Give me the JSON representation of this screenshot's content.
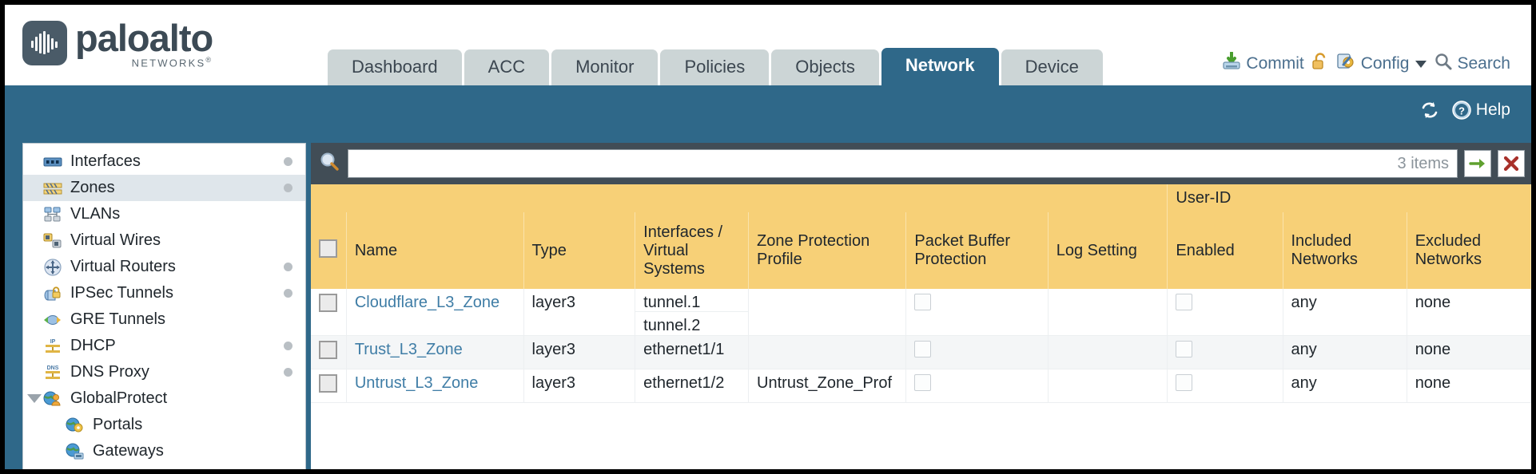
{
  "brand": {
    "name": "paloalto",
    "tagline": "NETWORKS",
    "registered": "®"
  },
  "tabs": [
    {
      "label": "Dashboard",
      "active": false
    },
    {
      "label": "ACC",
      "active": false
    },
    {
      "label": "Monitor",
      "active": false
    },
    {
      "label": "Policies",
      "active": false
    },
    {
      "label": "Objects",
      "active": false
    },
    {
      "label": "Network",
      "active": true
    },
    {
      "label": "Device",
      "active": false
    }
  ],
  "header_actions": {
    "commit": "Commit",
    "config": "Config",
    "search": "Search"
  },
  "blue_actions": {
    "help": "Help"
  },
  "sidebar": {
    "items": [
      {
        "label": "Interfaces",
        "icon": "interfaces-icon",
        "dot": true,
        "selected": false,
        "child": false,
        "expander": false
      },
      {
        "label": "Zones",
        "icon": "zones-icon",
        "dot": true,
        "selected": true,
        "child": false,
        "expander": false
      },
      {
        "label": "VLANs",
        "icon": "vlans-icon",
        "dot": false,
        "selected": false,
        "child": false,
        "expander": false
      },
      {
        "label": "Virtual Wires",
        "icon": "virtual-wires-icon",
        "dot": false,
        "selected": false,
        "child": false,
        "expander": false
      },
      {
        "label": "Virtual Routers",
        "icon": "virtual-routers-icon",
        "dot": true,
        "selected": false,
        "child": false,
        "expander": false
      },
      {
        "label": "IPSec Tunnels",
        "icon": "ipsec-tunnels-icon",
        "dot": true,
        "selected": false,
        "child": false,
        "expander": false
      },
      {
        "label": "GRE Tunnels",
        "icon": "gre-tunnels-icon",
        "dot": false,
        "selected": false,
        "child": false,
        "expander": false
      },
      {
        "label": "DHCP",
        "icon": "dhcp-icon",
        "dot": true,
        "selected": false,
        "child": false,
        "expander": false
      },
      {
        "label": "DNS Proxy",
        "icon": "dns-proxy-icon",
        "dot": true,
        "selected": false,
        "child": false,
        "expander": false
      },
      {
        "label": "GlobalProtect",
        "icon": "globalprotect-icon",
        "dot": false,
        "selected": false,
        "child": false,
        "expander": true
      },
      {
        "label": "Portals",
        "icon": "portals-icon",
        "dot": false,
        "selected": false,
        "child": true,
        "expander": false
      },
      {
        "label": "Gateways",
        "icon": "gateways-icon",
        "dot": false,
        "selected": false,
        "child": true,
        "expander": false
      }
    ]
  },
  "search": {
    "value": "",
    "placeholder": "",
    "items_count": "3 items"
  },
  "table": {
    "group_header": "User-ID",
    "columns": [
      "Name",
      "Type",
      "Interfaces / Virtual Systems",
      "Zone Protection Profile",
      "Packet Buffer Protection",
      "Log Setting",
      "Enabled",
      "Included Networks",
      "Excluded Networks"
    ],
    "rows": [
      {
        "selected": false,
        "name": "Cloudflare_L3_Zone",
        "type": "layer3",
        "interfaces": [
          "tunnel.1",
          "tunnel.2"
        ],
        "zone_protection_profile": "",
        "packet_buffer_protection": false,
        "log_setting": "",
        "user_id_enabled": false,
        "included_networks": "any",
        "excluded_networks": "none"
      },
      {
        "selected": false,
        "name": "Trust_L3_Zone",
        "type": "layer3",
        "interfaces": [
          "ethernet1/1"
        ],
        "zone_protection_profile": "",
        "packet_buffer_protection": false,
        "log_setting": "",
        "user_id_enabled": false,
        "included_networks": "any",
        "excluded_networks": "none"
      },
      {
        "selected": false,
        "name": "Untrust_L3_Zone",
        "type": "layer3",
        "interfaces": [
          "ethernet1/2"
        ],
        "zone_protection_profile": "Untrust_Zone_Prof",
        "packet_buffer_protection": false,
        "log_setting": "",
        "user_id_enabled": false,
        "included_networks": "any",
        "excluded_networks": "none"
      }
    ]
  },
  "colors": {
    "brand_blue": "#2f6889",
    "tab_inactive": "#ccd5d6",
    "table_header_gold": "#f7d077",
    "group_header_gold": "#e0ad42",
    "link_blue": "#3f7da6",
    "toolbar_dark": "#414d56"
  }
}
